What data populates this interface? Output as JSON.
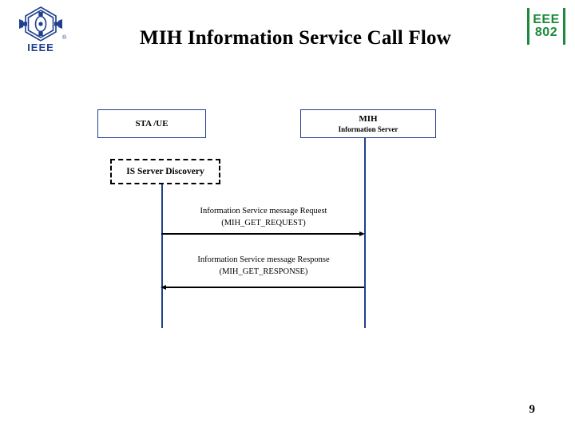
{
  "slide": {
    "title": "MIH Information Service Call Flow",
    "page_number": "9"
  },
  "logo": {
    "name": "ieee-logo",
    "text": "IEEE"
  },
  "badge": {
    "line1": "EEE",
    "line2": "802",
    "color": "#1b8a3a"
  },
  "diagram": {
    "type": "sequence-diagram",
    "lifelines": [
      {
        "id": "sta-ue",
        "title": "STA /UE",
        "subtitle": ""
      },
      {
        "id": "mih-information-server",
        "title": "MIH",
        "subtitle": "Information Server"
      }
    ],
    "discovery_box": {
      "label": "IS  Server Discovery",
      "style": "dashed"
    },
    "messages": [
      {
        "id": "is-request",
        "line1": "Information Service message Request",
        "line2": "(MIH_GET_REQUEST)",
        "direction": "left-to-right"
      },
      {
        "id": "is-response",
        "line1": "Information Service message Response",
        "line2": "(MIH_GET_RESPONSE)",
        "direction": "right-to-left"
      }
    ]
  },
  "colors": {
    "box_border": "#1f3f8f",
    "badge_green": "#1b8a3a",
    "text": "#000000"
  }
}
